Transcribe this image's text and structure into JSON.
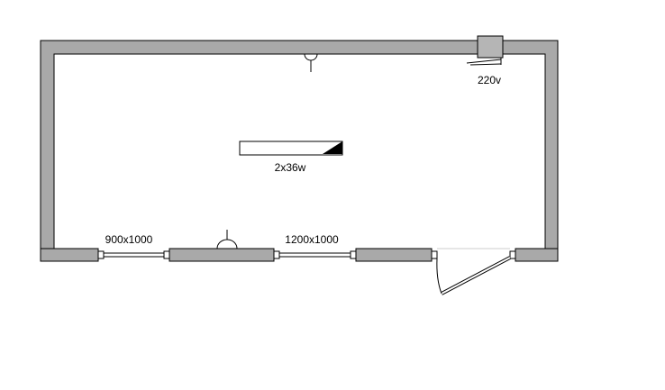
{
  "plan": {
    "colors": {
      "wall_fill": "#a9a9a9",
      "outline": "#000000",
      "background": "#ffffff",
      "panel_fill": "#b5b5b5"
    },
    "labels": {
      "socket": "220v",
      "lamp": "2x36w",
      "window_left": "900x1000",
      "window_right": "1200x1000"
    },
    "icons": [
      "ceiling-light-icon",
      "wall-light-icon",
      "electrical-panel-icon",
      "fluorescent-lamp-icon",
      "door-swing-icon"
    ]
  }
}
